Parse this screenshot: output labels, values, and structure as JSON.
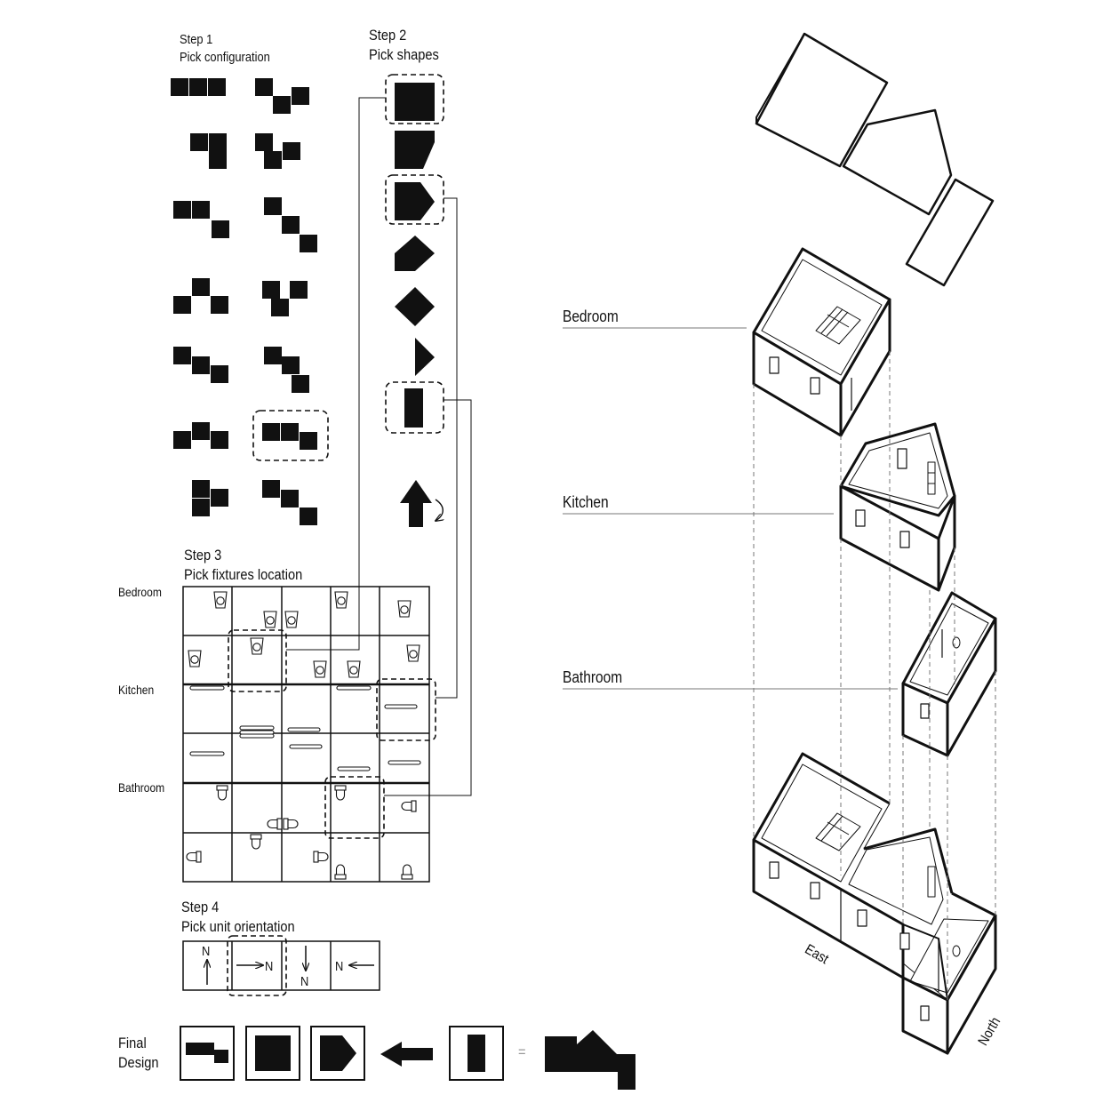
{
  "steps": {
    "step1": {
      "title": "Step 1",
      "subtitle": "Pick configuration"
    },
    "step2": {
      "title": "Step 2",
      "subtitle": "Pick shapes"
    },
    "step3": {
      "title": "Step 3",
      "subtitle": "Pick fixtures location",
      "row_labels": [
        "Bedroom",
        "Kitchen",
        "Bathroom"
      ]
    },
    "step4": {
      "title": "Step 4",
      "subtitle": "Pick unit orientation",
      "north_letter": "N"
    }
  },
  "final": {
    "label_line1": "Final",
    "label_line2": "Design",
    "equals": "="
  },
  "rooms": {
    "bedroom": "Bedroom",
    "kitchen": "Kitchen",
    "bathroom": "Bathroom"
  },
  "directions": {
    "east": "East",
    "north": "North"
  },
  "colors": {
    "ink": "#111111",
    "paper": "#ffffff",
    "guide": "#777777"
  },
  "icons": [
    "square-shape-icon",
    "cut-corner-shape-icon",
    "pentagon-shape-icon",
    "hexagon-shape-icon",
    "diamond-shape-icon",
    "triangle-shape-icon",
    "rectangle-shape-icon",
    "rotate-arrow-icon",
    "bed-icon",
    "sink-icon",
    "counter-icon",
    "toilet-icon",
    "compass-arrow-icon"
  ]
}
